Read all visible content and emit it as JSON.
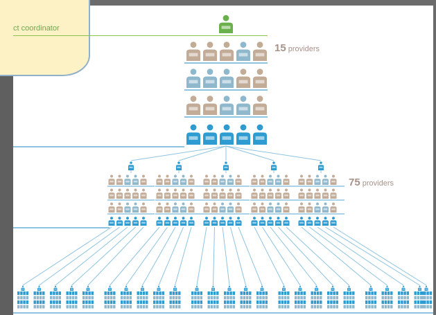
{
  "labels": {
    "coordinator": "ct coordinator",
    "tier1_count": "15",
    "tier1_unit": "providers",
    "tier2_count": "75",
    "tier2_unit": "providers"
  },
  "colors": {
    "green": "#6ab04c",
    "beige": "#c2ab97",
    "blue": "#2e9bd1",
    "line": "#8dc3e0",
    "note": "#fdf2c6"
  },
  "icons": [
    "person-coordinator-icon",
    "person-provider-icon",
    "person-blue-icon"
  ]
}
